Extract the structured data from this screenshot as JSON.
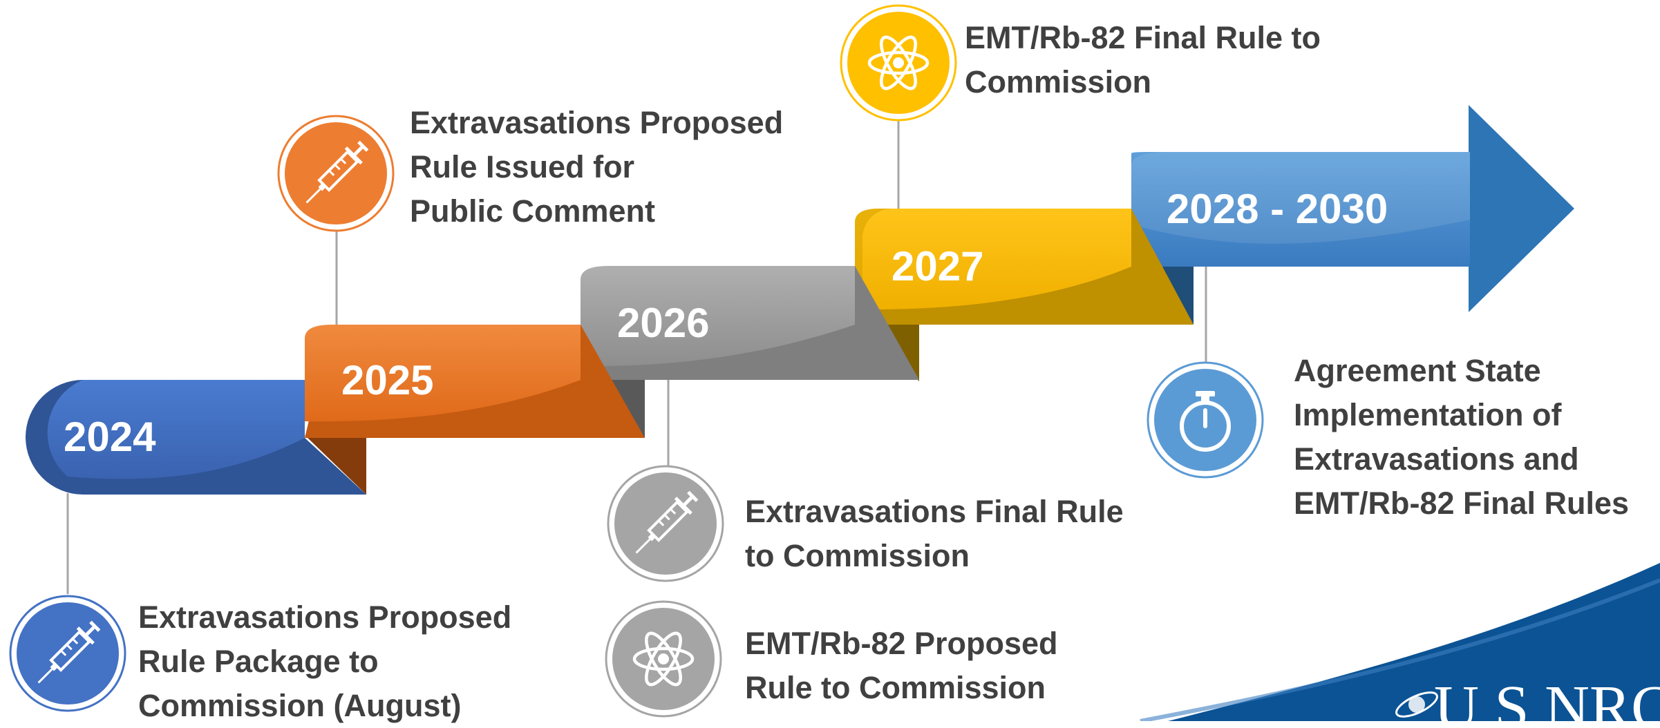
{
  "timeline": {
    "steps": [
      {
        "year": "2024",
        "color": "#4472C4"
      },
      {
        "year": "2025",
        "color": "#ED7D31"
      },
      {
        "year": "2026",
        "color": "#A5A5A5"
      },
      {
        "year": "2027",
        "color": "#FFC000"
      },
      {
        "year": "2028 - 2030",
        "color": "#5B9BD5"
      }
    ]
  },
  "milestones": [
    {
      "text": "Extravasations Proposed\nRule Package to\nCommission (August)",
      "icon": "syringe-icon",
      "color": "#4472C4"
    },
    {
      "text": "Extravasations Proposed\nRule Issued for\nPublic Comment",
      "icon": "syringe-icon",
      "color": "#ED7D31"
    },
    {
      "text": "Extravasations Final Rule\nto Commission",
      "icon": "syringe-icon",
      "color": "#A5A5A5"
    },
    {
      "text": "EMT/Rb-82 Proposed\nRule to Commission",
      "icon": "atom-icon",
      "color": "#A5A5A5"
    },
    {
      "text": "EMT/Rb-82 Final Rule to\nCommission",
      "icon": "atom-icon",
      "color": "#FFC000"
    },
    {
      "text": "Agreement State\nImplementation of\nExtravasations and\nEMT/Rb-82 Final Rules",
      "icon": "stopwatch-icon",
      "color": "#5B9BD5"
    }
  ],
  "logo": {
    "text": "U.S.NRC",
    "color": "#0B5394"
  }
}
